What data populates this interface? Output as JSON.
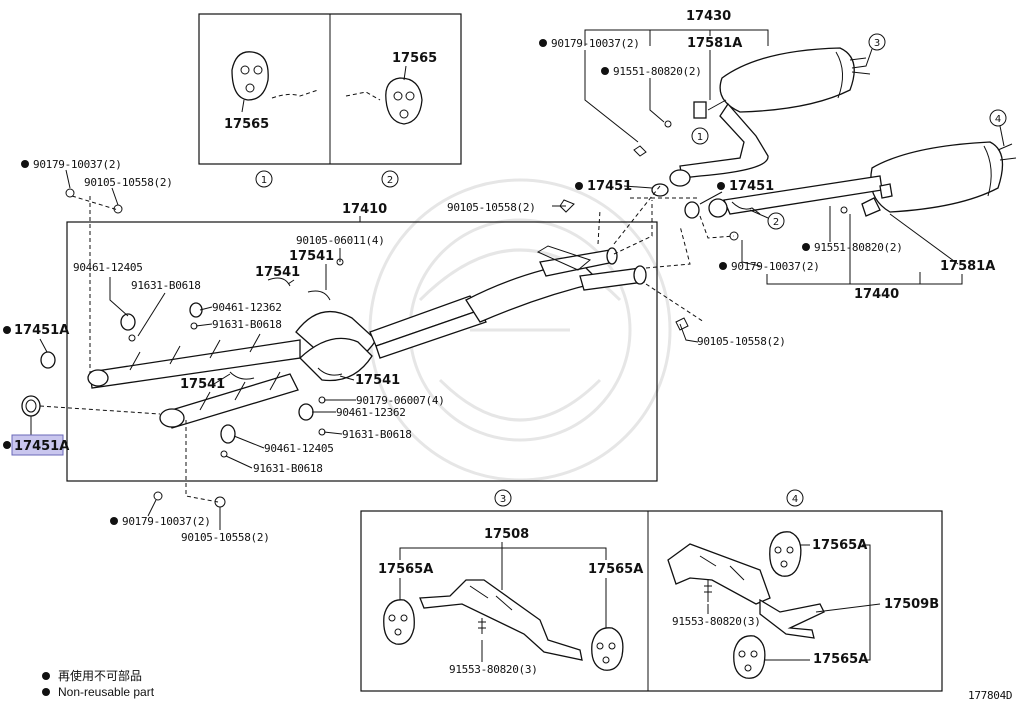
{
  "diagram_id": "177804D",
  "legend": [
    {
      "marker": "●",
      "text": "再使用不可部品"
    },
    {
      "marker": "●",
      "text": "Non-reusable part"
    }
  ],
  "callouts": {
    "c1": "1",
    "c2": "2",
    "c3": "3",
    "c4": "4"
  },
  "highlight_color": "#c9c6ee",
  "parts": {
    "p17430": "17430",
    "p17581A_top": "17581A",
    "p90179_10037_top": "90179-10037(2)",
    "p91551_80820_top": "91551-80820(2)",
    "p17451_mid": "17451",
    "p17451_right": "17451",
    "p90105_10558_mid": "90105-10558(2)",
    "p17410": "17410",
    "p90105_06011": "90105-06011(4)",
    "p17541_a": "17541",
    "p17541_b": "17541",
    "p17541_c": "17541",
    "p17541_d": "17541",
    "p90461_12405_a": "90461-12405",
    "p91631_B0618_a": "91631-B0618",
    "p90461_12362_a": "90461-12362",
    "p91631_B0618_b": "91631-B0618",
    "p90179_06007": "90179-06007(4)",
    "p90461_12362_b": "90461-12362",
    "p91631_B0618_c": "91631-B0618",
    "p90461_12405_b": "90461-12405",
    "p91631_B0618_d": "91631-B0618",
    "p90179_10037_left": "90179-10037(2)",
    "p90105_10558_left": "90105-10558(2)",
    "p17451A_a": "17451A",
    "p17451A_b": "17451A",
    "p90179_10037_bottom": "90179-10037(2)",
    "p90105_10558_bottom": "90105-10558(2)",
    "p90105_10558_right": "90105-10558(2)",
    "p91551_80820_right": "91551-80820(2)",
    "p90179_10037_right": "90179-10037(2)",
    "p17581A_right": "17581A",
    "p17440": "17440",
    "p17565_left": "17565",
    "p17565_right": "17565",
    "p17508": "17508",
    "p17565A_a": "17565A",
    "p17565A_b": "17565A",
    "p91553_80820_a": "91553-80820(3)",
    "p17565A_c": "17565A",
    "p17509B": "17509B",
    "p91553_80820_b": "91553-80820(3)",
    "p17565A_d": "17565A"
  }
}
